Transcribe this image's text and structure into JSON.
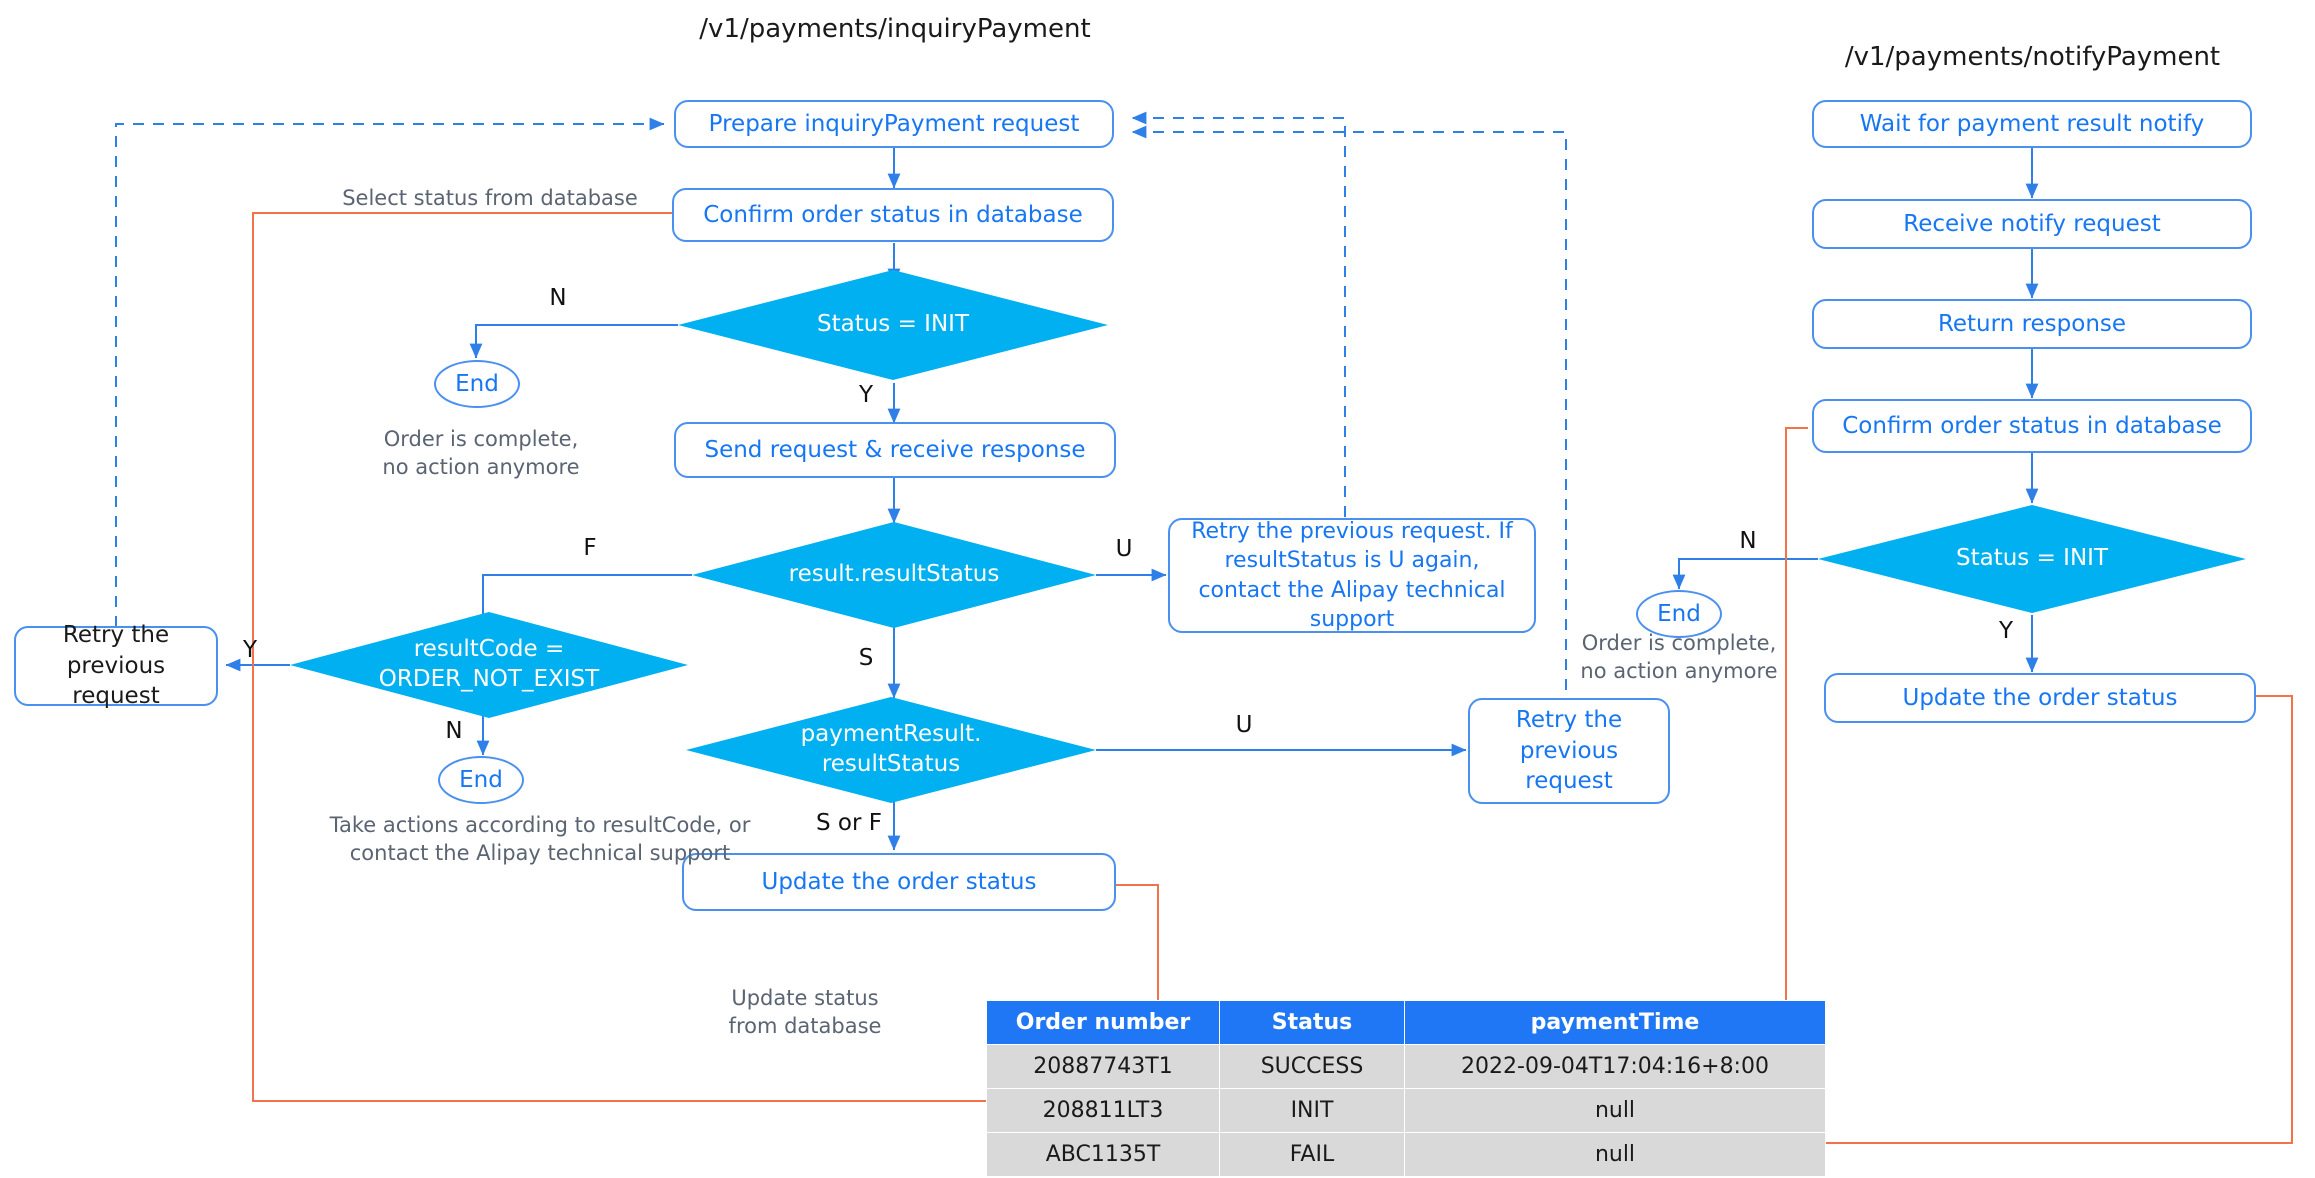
{
  "diagram": {
    "titles": {
      "left": "/v1/payments/inquiryPayment",
      "right": "/v1/payments/notifyPayment"
    },
    "colors": {
      "decision_fill": "#00b0f0",
      "box_stroke": "#4a90f0",
      "box_text": "#1777f3",
      "flow_line": "#4a90f0",
      "db_line": "#f2734a",
      "table_header": "#1f77f5",
      "table_row": "#d9d9d9",
      "note_text": "#5a6472"
    },
    "left_flow": {
      "nodes": [
        {
          "id": "prepare",
          "type": "process",
          "label": "Prepare inquiryPayment request"
        },
        {
          "id": "confirm",
          "type": "process",
          "label": "Confirm order status in database"
        },
        {
          "id": "status_init",
          "type": "decision",
          "label": "Status = INIT"
        },
        {
          "id": "end_top",
          "type": "terminator",
          "label": "End"
        },
        {
          "id": "send",
          "type": "process",
          "label": "Send request & receive response"
        },
        {
          "id": "result_status",
          "type": "decision",
          "label": "result.resultStatus"
        },
        {
          "id": "retry_u",
          "type": "process",
          "label": "Retry the previous request.\nIf resultStatus is U again, contact\nthe Alipay technical support"
        },
        {
          "id": "result_code",
          "type": "decision",
          "label": "resultCode =\nORDER_NOT_EXIST"
        },
        {
          "id": "retry_prev_l",
          "type": "process",
          "label": "Retry the\nprevious request"
        },
        {
          "id": "end_mid",
          "type": "terminator",
          "label": "End"
        },
        {
          "id": "pay_status",
          "type": "decision",
          "label": "paymentResult.\nresultStatus"
        },
        {
          "id": "retry_prev_r",
          "type": "process",
          "label": "Retry the\nprevious request"
        },
        {
          "id": "update_left",
          "type": "process",
          "label": "Update the order status"
        }
      ],
      "edge_labels": {
        "status_init_no": "N",
        "status_init_yes": "Y",
        "result_status_fail": "F",
        "result_status_unknown": "U",
        "result_status_success": "S",
        "result_code_yes": "Y",
        "result_code_no": "N",
        "pay_status_unknown": "U",
        "pay_status_sf": "S or F"
      },
      "notes": {
        "select_status": "Select status from database",
        "order_complete": "Order is complete,\nno action anymore",
        "take_actions": "Take actions according to resultCode, or\ncontact the Alipay technical support",
        "update_status": "Update status\nfrom database"
      }
    },
    "right_flow": {
      "nodes": [
        {
          "id": "wait",
          "type": "process",
          "label": "Wait for payment result notify"
        },
        {
          "id": "receive",
          "type": "process",
          "label": "Receive notify request"
        },
        {
          "id": "return_resp",
          "type": "process",
          "label": "Return response"
        },
        {
          "id": "confirm_r",
          "type": "process",
          "label": "Confirm order status in database"
        },
        {
          "id": "status_init_r",
          "type": "decision",
          "label": "Status = INIT"
        },
        {
          "id": "end_r",
          "type": "terminator",
          "label": "End"
        },
        {
          "id": "update_right",
          "type": "process",
          "label": "Update the order status"
        }
      ],
      "edge_labels": {
        "status_init_no": "N",
        "status_init_yes": "Y"
      },
      "notes": {
        "order_complete": "Order is complete,\nno action anymore"
      }
    },
    "table": {
      "headers": [
        "Order number",
        "Status",
        "paymentTime"
      ],
      "rows": [
        [
          "20887743T1",
          "SUCCESS",
          "2022-09-04T17:04:16+8:00"
        ],
        [
          "208811LT3",
          "INIT",
          "null"
        ],
        [
          "ABC1135T",
          "FAIL",
          "null"
        ]
      ]
    }
  }
}
